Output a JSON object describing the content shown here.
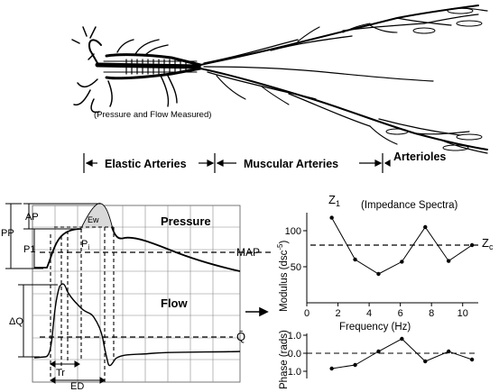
{
  "tree": {
    "measured_note": "(Pressure and Flow Measured)",
    "regions": [
      "Elastic Arteries",
      "Muscular Arteries",
      "Arterioles"
    ]
  },
  "waveform": {
    "pressure_label": "Pressure",
    "flow_label": "Flow",
    "map_label": "MAP",
    "qbar_label": "Q̄",
    "pp_label": "PP",
    "ap_label": "AP",
    "p1_label": "P1",
    "pi_label": "P",
    "pi_sub": "i",
    "ew_label": "Ew",
    "dq_label": "ΔQ",
    "tr_label": "Tr",
    "ed_label": "ED"
  },
  "impedance": {
    "title": "(Impedance Spectra)",
    "z1_label": "Z",
    "z1_sub": "1",
    "zc_label": "Z",
    "zc_sub": "c",
    "modulus_ylabel": "Modulus (dsc",
    "modulus_ylabel_sup": "-5",
    "modulus_ylabel_end": ")",
    "phase_ylabel": "Phase (rads)",
    "xlabel": "Frequency (Hz)",
    "modulus_yticks": [
      "100",
      "50"
    ],
    "phase_yticks": [
      "1.0",
      "0.0",
      "-1.0"
    ],
    "xticks": [
      "0",
      "2",
      "4",
      "6",
      "8",
      "10"
    ],
    "modulus_points": [
      {
        "f": 1.6,
        "m": 118
      },
      {
        "f": 3.1,
        "m": 60
      },
      {
        "f": 4.6,
        "m": 40
      },
      {
        "f": 6.1,
        "m": 57
      },
      {
        "f": 7.6,
        "m": 105
      },
      {
        "f": 9.1,
        "m": 58
      },
      {
        "f": 10.6,
        "m": 80
      }
    ],
    "zc_value": 80,
    "phase_points": [
      {
        "f": 1.6,
        "p": -0.85
      },
      {
        "f": 3.1,
        "p": -0.65
      },
      {
        "f": 4.6,
        "p": 0.1
      },
      {
        "f": 6.1,
        "p": 0.8
      },
      {
        "f": 7.6,
        "p": -0.45
      },
      {
        "f": 9.1,
        "p": 0.1
      },
      {
        "f": 10.6,
        "p": -0.35
      }
    ]
  }
}
